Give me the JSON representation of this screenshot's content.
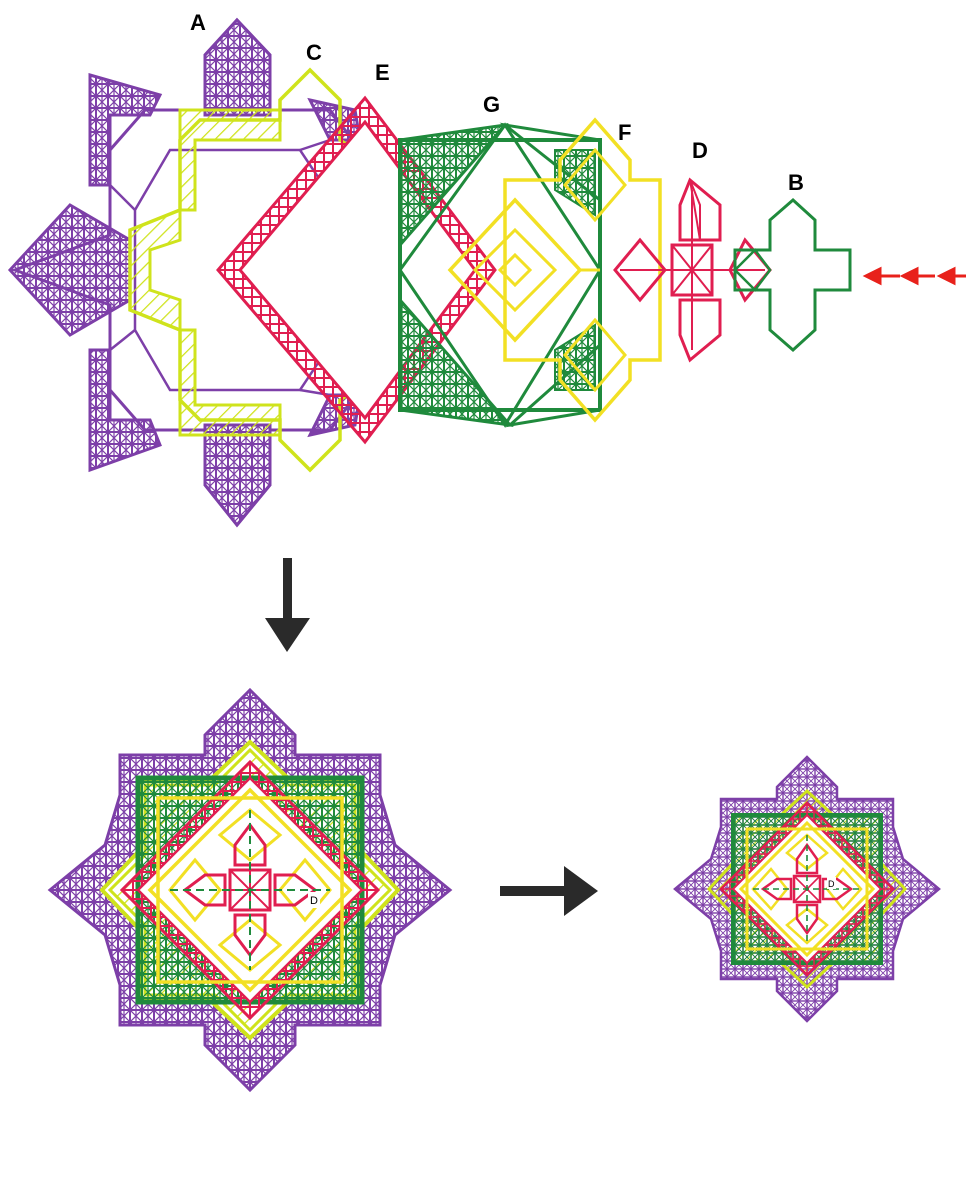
{
  "labels": {
    "A": "A",
    "B": "B",
    "C": "C",
    "D": "D",
    "E": "E",
    "F": "F",
    "G": "G"
  },
  "inner_labels": {
    "assembled_middle_d": "D",
    "assembled_small_d": "D"
  },
  "colors": {
    "purple": "#7d3fa8",
    "lime": "#cfe31c",
    "crimson": "#e01e50",
    "green": "#1f8a3c",
    "yellow": "#f2e024",
    "red_arrow": "#e8211b",
    "arrow": "#2a2a2a"
  },
  "layers": [
    {
      "id": "A",
      "color_key": "purple",
      "shape": "eight-point star, lattice-filled points"
    },
    {
      "id": "C",
      "color_key": "lime",
      "shape": "eight-point star outline, hatched"
    },
    {
      "id": "E",
      "color_key": "crimson",
      "shape": "square diamond, hatched"
    },
    {
      "id": "G",
      "color_key": "green",
      "shape": "square with lattice triangles"
    },
    {
      "id": "F",
      "color_key": "yellow",
      "shape": "nested diamonds"
    },
    {
      "id": "D",
      "color_key": "crimson",
      "shape": "cross of small diamonds"
    },
    {
      "id": "B",
      "color_key": "green",
      "shape": "cross outline"
    }
  ],
  "icons": [
    "down-arrow-icon",
    "right-arrow-icon",
    "insertion-arrows-icon"
  ]
}
